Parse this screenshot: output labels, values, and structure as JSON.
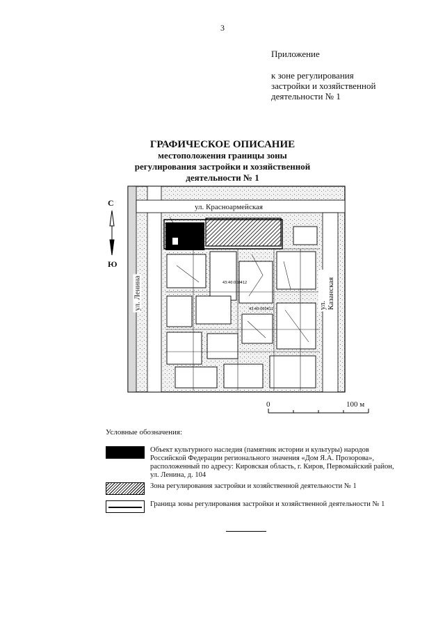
{
  "page_number": "3",
  "appendix": {
    "title": "Приложение",
    "lines": [
      "к зоне регулирования",
      "застройки и хозяйственной",
      "деятельности № 1"
    ]
  },
  "heading": {
    "title": "ГРАФИЧЕСКОЕ ОПИСАНИЕ",
    "subtitle_lines": [
      "местоположения границы зоны",
      "регулирования застройки и хозяйственной",
      "деятельности № 1"
    ]
  },
  "compass": {
    "north": "С",
    "south": "Ю"
  },
  "map": {
    "street_top": "ул. Красноармейская",
    "street_left": "ул. Ленина",
    "street_right": "ул. Казанская"
  },
  "scale": {
    "start": "0",
    "end": "100 м"
  },
  "legend": {
    "title": "Условные обозначения:",
    "items": [
      {
        "symbol": "black-fill",
        "text": "Объект культурного наследия (памятник истории и культуры) народов Российской Федерации регионального значения «Дом Я.А. Прозорова», расположенный по адресу: Кировская область, г. Киров, Первомайский район, ул. Ленина, д. 104"
      },
      {
        "symbol": "hatch",
        "text": "Зона регулирования застройки и хозяйственной деятельности № 1"
      },
      {
        "symbol": "line",
        "text": "Граница зоны регулирования застройки и хозяйственной деятельности № 1"
      }
    ]
  }
}
